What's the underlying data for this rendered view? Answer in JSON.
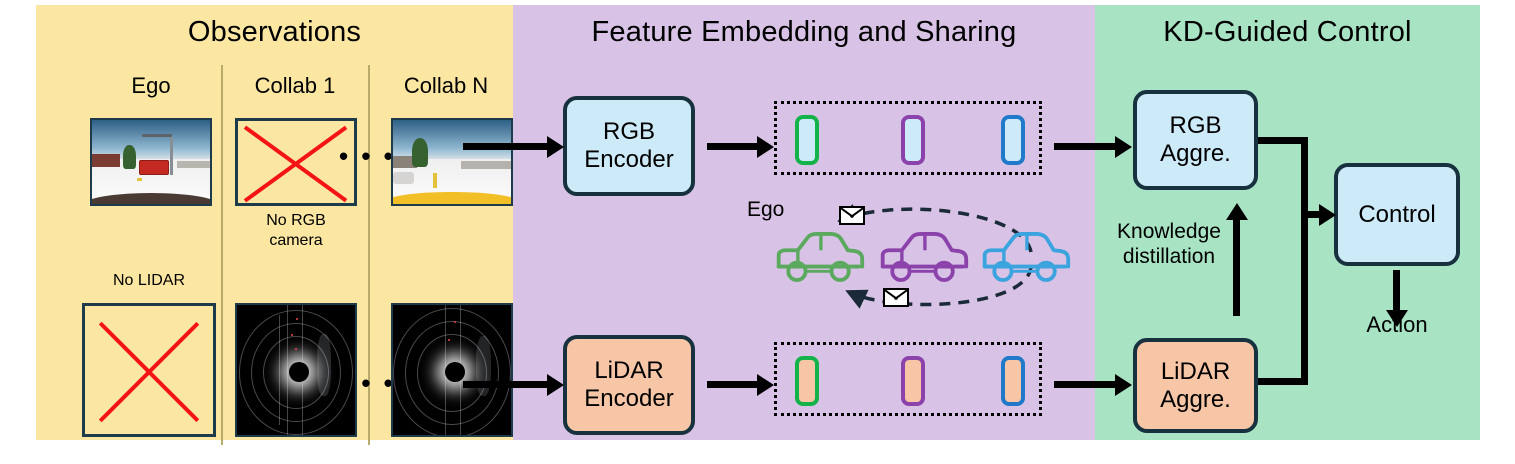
{
  "sections": {
    "observations": {
      "title": "Observations",
      "bg": "#fbe7a2"
    },
    "feature_embedding": {
      "title": "Feature Embedding and Sharing",
      "bg": "#d8c3e6"
    },
    "kd_control": {
      "title": "KD-Guided Control",
      "bg": "#a8e3c4"
    }
  },
  "observations": {
    "columns": [
      {
        "label": "Ego"
      },
      {
        "label": "Collab 1"
      },
      {
        "label": "Collab N"
      }
    ],
    "ellipsis": "• • •",
    "missing_rgb_note": "No RGB\ncamera",
    "missing_lidar_note": "No LIDAR",
    "rgb_row": [
      {
        "kind": "image",
        "name": "ego-rgb-thumbnail"
      },
      {
        "kind": "missing",
        "name": "collab1-rgb-missing"
      },
      {
        "kind": "image",
        "name": "collabn-rgb-thumbnail"
      }
    ],
    "lidar_row": [
      {
        "kind": "missing",
        "name": "ego-lidar-missing"
      },
      {
        "kind": "image",
        "name": "collab1-lidar-thumbnail"
      },
      {
        "kind": "image",
        "name": "collabn-lidar-thumbnail"
      }
    ]
  },
  "pipeline": {
    "rgb_encoder": "RGB\nEncoder",
    "lidar_encoder": "LiDAR\nEncoder",
    "rgb_aggregator": "RGB\nAggre.",
    "lidar_aggregator": "LiDAR\nAggre.",
    "control": "Control",
    "action": "Action",
    "knowledge_distillation": "Knowledge\ndistillation"
  },
  "sharing": {
    "ego_label": "Ego",
    "cars": [
      {
        "name": "ego-car",
        "color": "#5aa95f"
      },
      {
        "name": "collab-car-1",
        "color": "#8b42ab"
      },
      {
        "name": "collab-car-n",
        "color": "#3ba3dd"
      }
    ],
    "message_icon": "envelope-icon"
  },
  "tokens": {
    "rgb_fill": "#cdeaf8",
    "lidar_fill": "#f6c6a6",
    "border_colors": [
      "#14b34a",
      "#8b42ab",
      "#2079c9"
    ]
  },
  "colors": {
    "box_border": "#17313f",
    "box_blue": "#cdeaf8",
    "box_peach": "#f6c6a6",
    "cross_red": "#f41414",
    "arrow": "#000000"
  }
}
